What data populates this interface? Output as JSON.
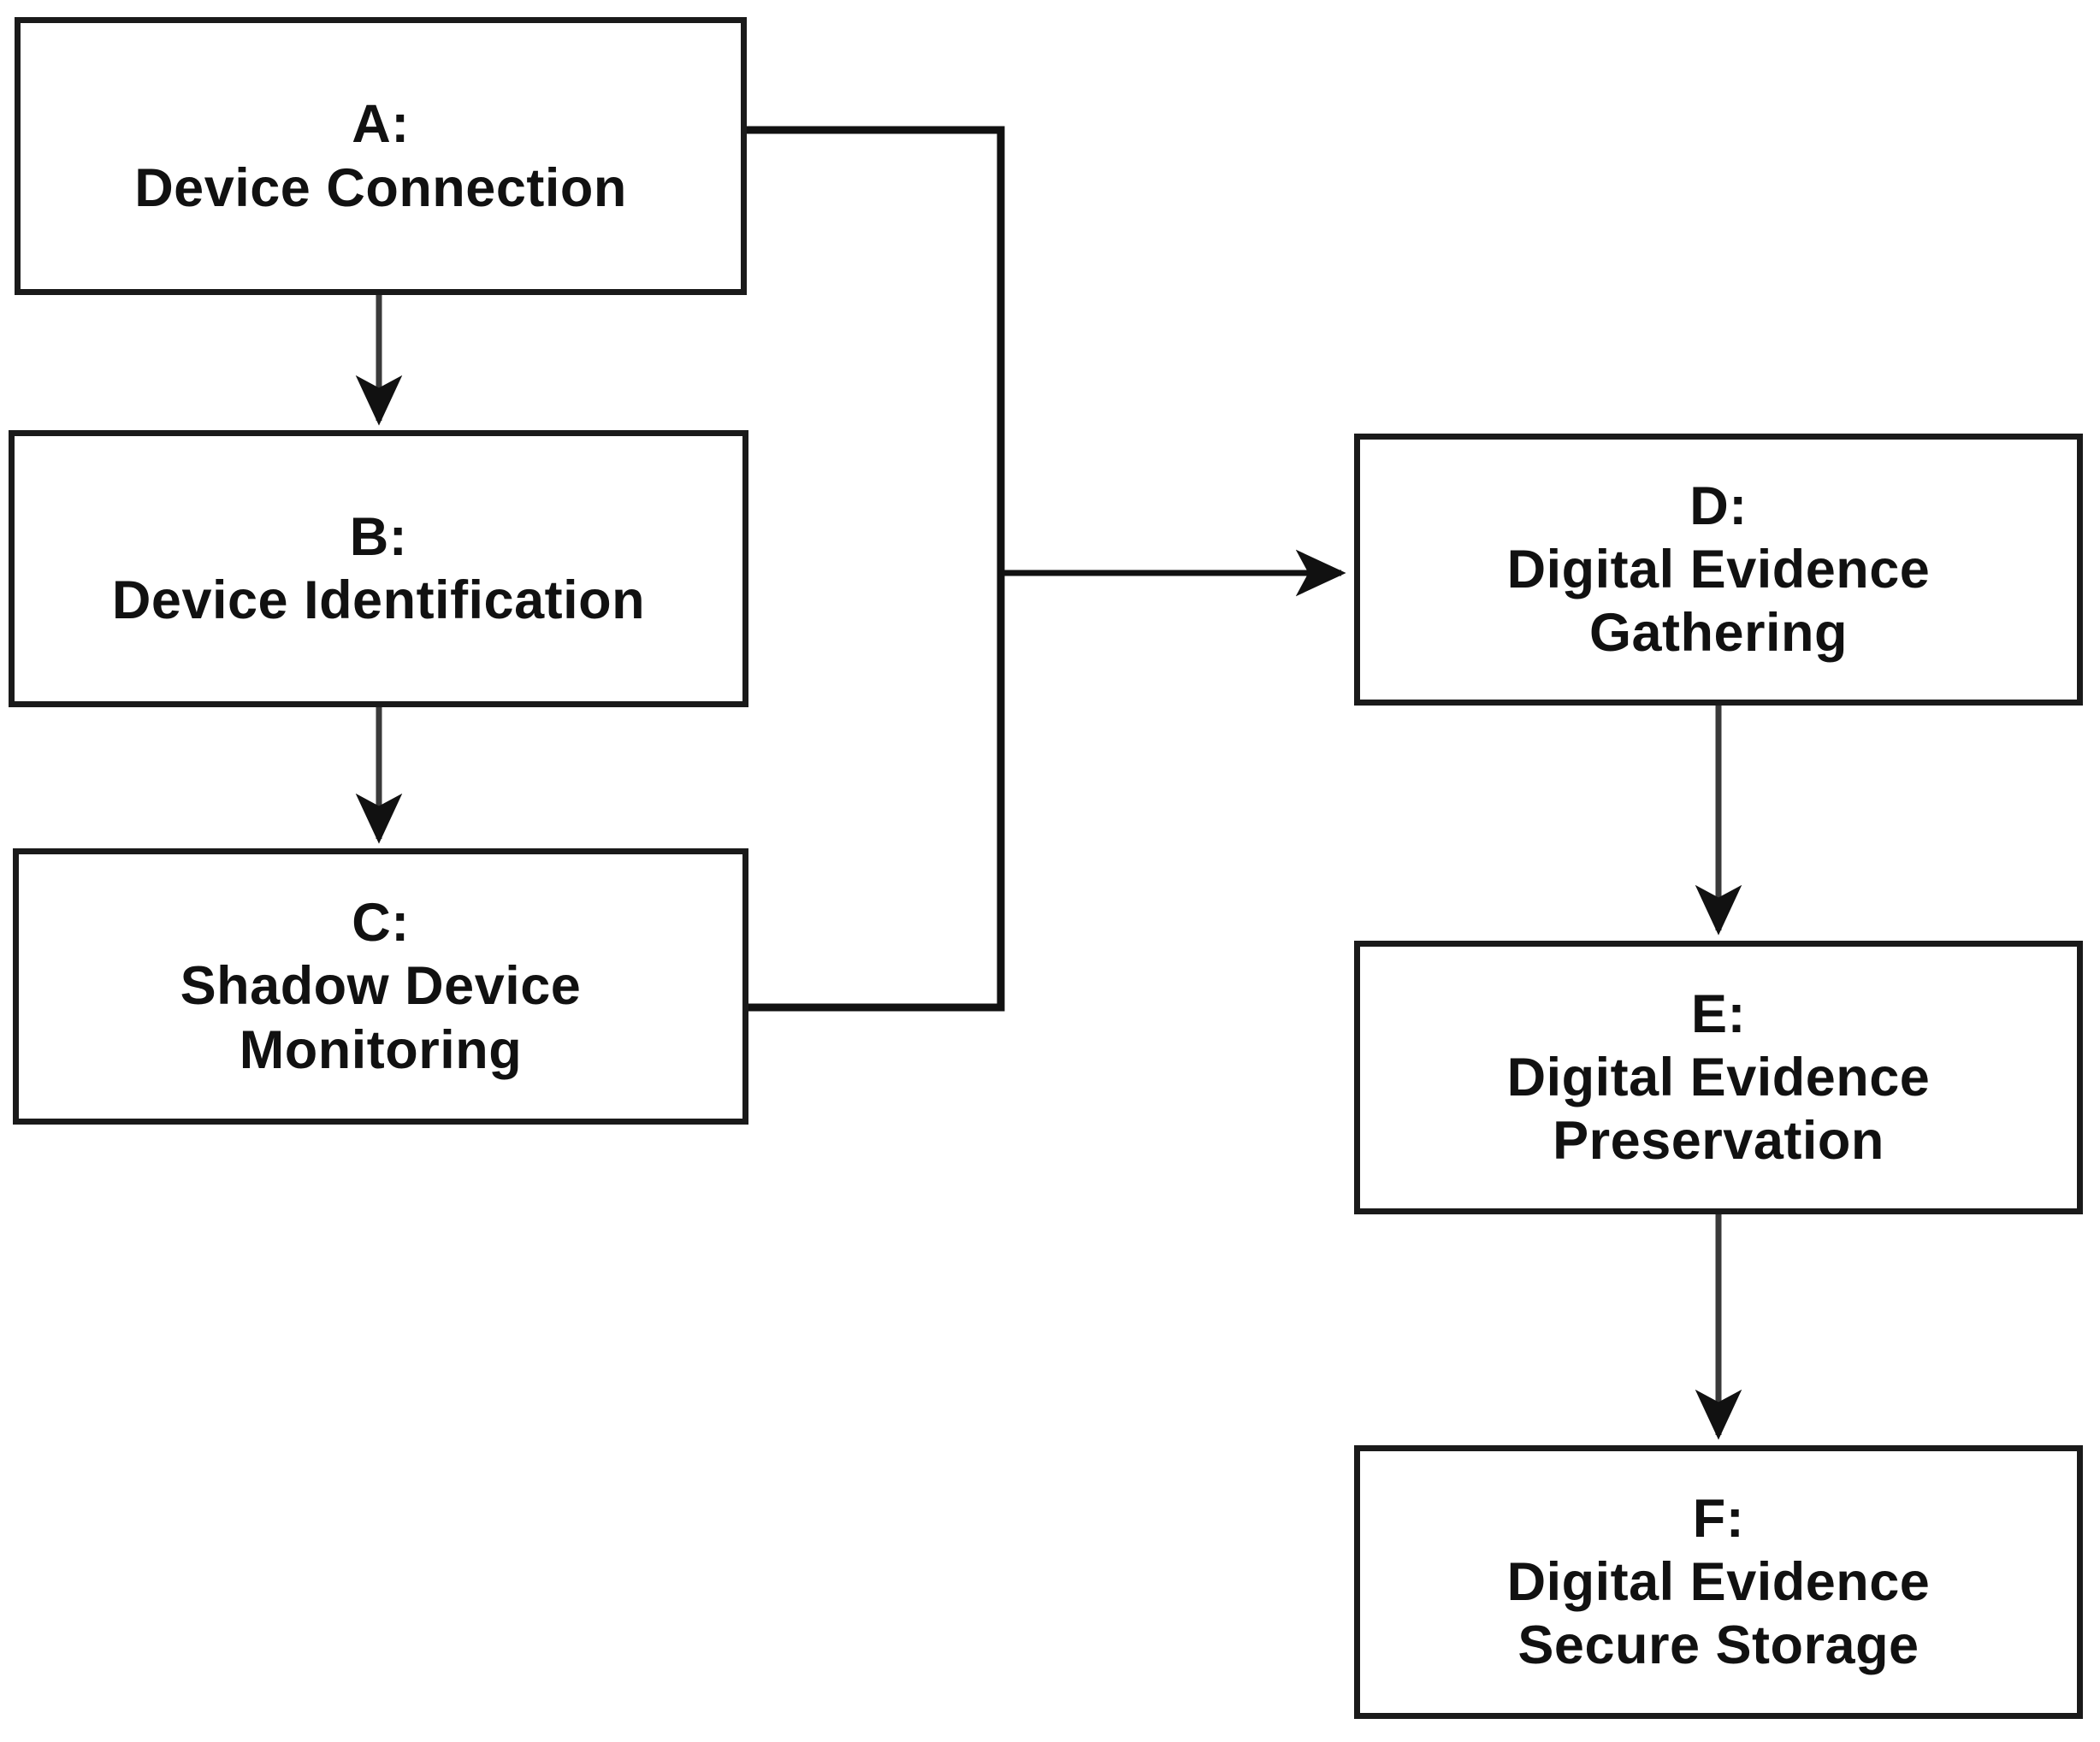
{
  "diagram": {
    "type": "flowchart",
    "title": "",
    "background_color": "#ffffff",
    "stroke_color": "#1a1a1a",
    "text_color": "#111111",
    "nodes": [
      {
        "id": "A",
        "key": "A:",
        "name": "Device Connection",
        "text": "A:\nDevice Connection"
      },
      {
        "id": "B",
        "key": "B:",
        "name": "Device Identification",
        "text": "B:\nDevice Identification"
      },
      {
        "id": "C",
        "key": "C:",
        "name": "Shadow Device Monitoring",
        "text": "C:\nShadow Device\nMonitoring"
      },
      {
        "id": "D",
        "key": "D:",
        "name": "Digital Evidence Gathering",
        "text": "D:\nDigital Evidence\nGathering"
      },
      {
        "id": "E",
        "key": "E:",
        "name": "Digital Evidence Preservation",
        "text": "E:\nDigital Evidence\nPreservation"
      },
      {
        "id": "F",
        "key": "F:",
        "name": "Digital Evidence Secure Storage",
        "text": "F:\nDigital Evidence\nSecure Storage"
      }
    ],
    "edges": [
      {
        "from": "A",
        "to": "B",
        "style": "straight-down",
        "arrow": true,
        "label": ""
      },
      {
        "from": "B",
        "to": "C",
        "style": "straight-down",
        "arrow": true,
        "label": ""
      },
      {
        "from": "A",
        "to": "D",
        "style": "orthogonal-right",
        "arrow": true,
        "label": ""
      },
      {
        "from": "C",
        "to": "D",
        "style": "orthogonal-right",
        "arrow": true,
        "label": ""
      },
      {
        "from": "D",
        "to": "E",
        "style": "straight-down",
        "arrow": true,
        "label": ""
      },
      {
        "from": "E",
        "to": "F",
        "style": "straight-down",
        "arrow": true,
        "label": ""
      }
    ]
  }
}
